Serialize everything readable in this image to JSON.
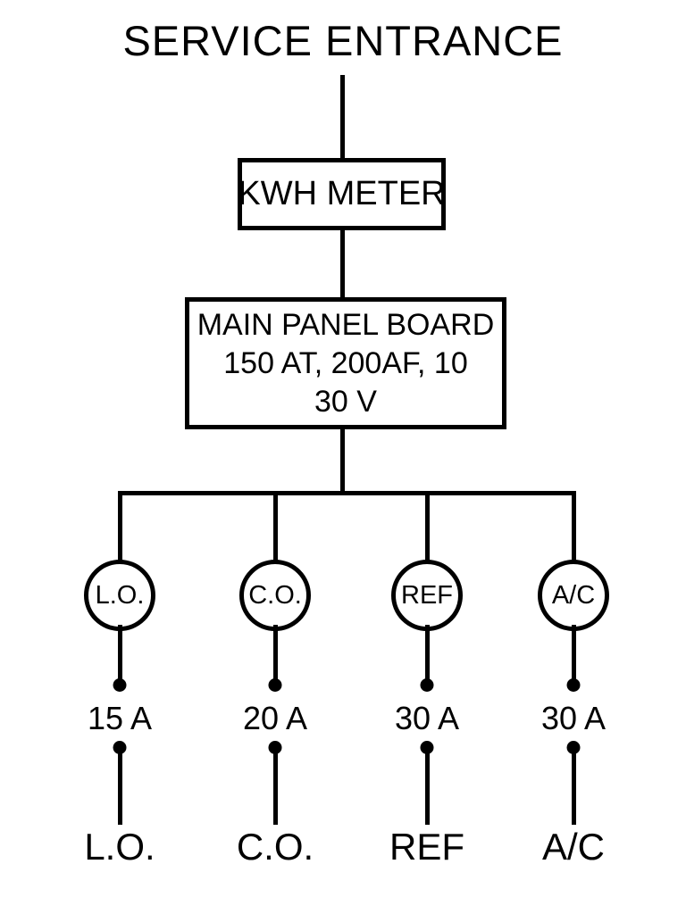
{
  "diagram": {
    "title": "SERVICE ENTRANCE",
    "meter": {
      "label": "KWH METER"
    },
    "panel": {
      "name": "MAIN PANEL BOARD",
      "rating": "150 AT, 200AF, 10",
      "voltage": "30 V"
    },
    "branches": [
      {
        "load": "L.O.",
        "breaker": "15 A",
        "circuit": "L.O."
      },
      {
        "load": "C.O.",
        "breaker": "20 A",
        "circuit": "C.O."
      },
      {
        "load": "REF",
        "breaker": "30 A",
        "circuit": "REF"
      },
      {
        "load": "A/C",
        "breaker": "30 A",
        "circuit": "A/C"
      }
    ],
    "colors": {
      "line": "#000000",
      "background": "#ffffff"
    }
  }
}
